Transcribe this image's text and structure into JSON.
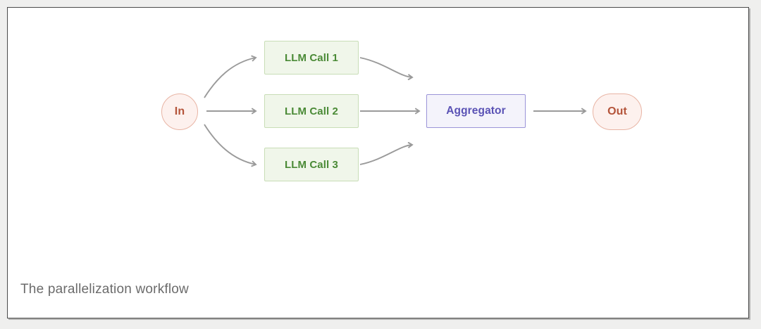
{
  "card": {
    "background": "#ffffff",
    "border_color": "#4a4a4a",
    "page_background": "#efefee"
  },
  "diagram": {
    "type": "flowchart",
    "title": "The parallelization workflow",
    "nodes": [
      {
        "id": "in",
        "label": "In",
        "shape": "circle",
        "fill": "#fdf1ee",
        "stroke": "#e8b4a4",
        "text_color": "#b4543a"
      },
      {
        "id": "llm-call-1",
        "label": "LLM Call 1",
        "shape": "rectangle",
        "fill": "#f0f6ea",
        "stroke": "#c8ddb6",
        "text_color": "#4a8a36"
      },
      {
        "id": "llm-call-2",
        "label": "LLM Call 2",
        "shape": "rectangle",
        "fill": "#f0f6ea",
        "stroke": "#c8ddb6",
        "text_color": "#4a8a36"
      },
      {
        "id": "llm-call-3",
        "label": "LLM Call 3",
        "shape": "rectangle",
        "fill": "#f0f6ea",
        "stroke": "#c8ddb6",
        "text_color": "#4a8a36"
      },
      {
        "id": "aggregator",
        "label": "Aggregator",
        "shape": "rectangle",
        "fill": "#f4f3fb",
        "stroke": "#9b94d8",
        "text_color": "#5a52b5"
      },
      {
        "id": "out",
        "label": "Out",
        "shape": "stadium",
        "fill": "#fdf1ee",
        "stroke": "#e8b4a4",
        "text_color": "#b4543a"
      }
    ],
    "edges": [
      {
        "from": "in",
        "to": "llm-call-1",
        "style": "curved"
      },
      {
        "from": "in",
        "to": "llm-call-2",
        "style": "straight"
      },
      {
        "from": "in",
        "to": "llm-call-3",
        "style": "curved"
      },
      {
        "from": "llm-call-1",
        "to": "aggregator",
        "style": "curved"
      },
      {
        "from": "llm-call-2",
        "to": "aggregator",
        "style": "straight"
      },
      {
        "from": "llm-call-3",
        "to": "aggregator",
        "style": "curved"
      },
      {
        "from": "aggregator",
        "to": "out",
        "style": "straight"
      }
    ],
    "edge_color": "#9a9a9a",
    "caption_color": "#6b6b6b"
  }
}
